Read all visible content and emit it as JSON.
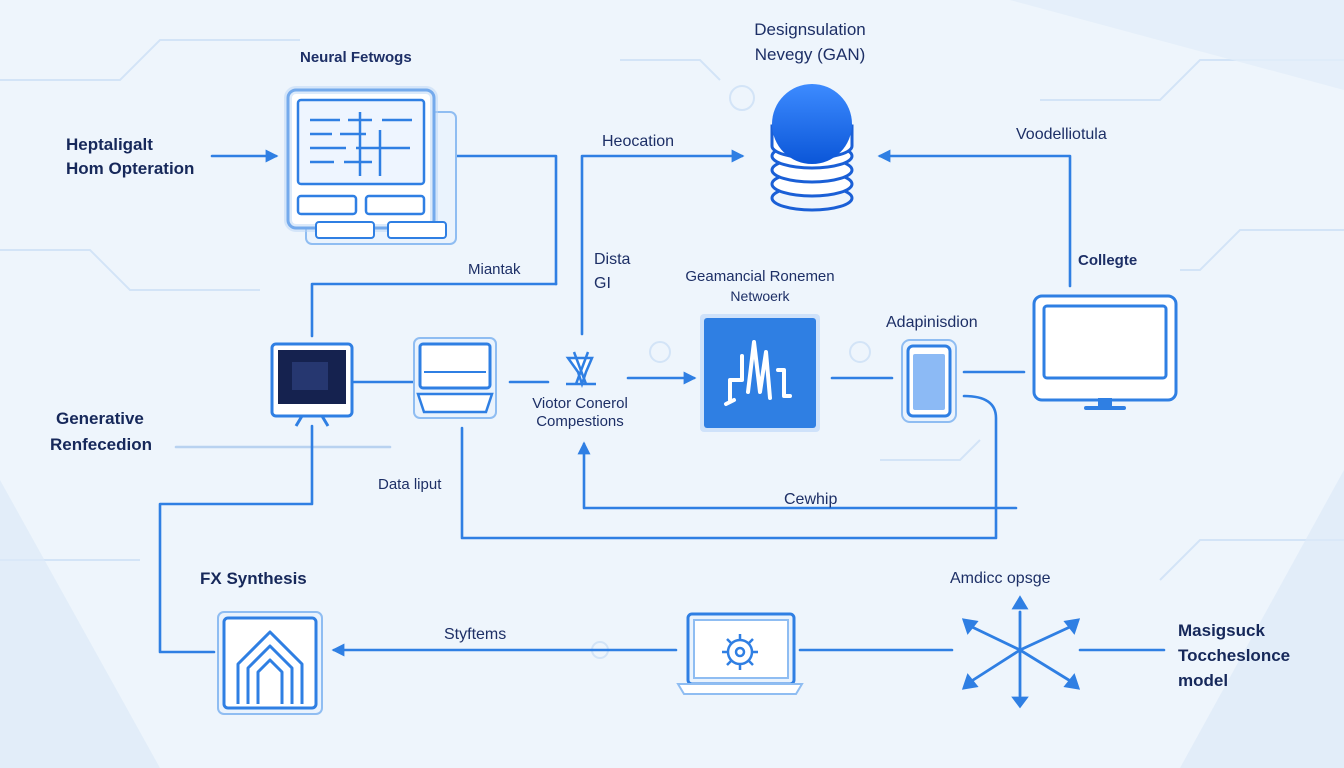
{
  "colors": {
    "background": "#eef5fc",
    "line": "#2f7fe3",
    "accent": "#1f6fe0",
    "text": "#16285a"
  },
  "labels": {
    "neural_networks": "Neural Fetwogs",
    "heptaligalt": "Heptaligalt",
    "hom_operation": "Hom Opteration",
    "designsulation": "Designsulation",
    "nevegy_gan": "Nevegy (GAN)",
    "heocation": "Heocation",
    "voodelliotula": "Voodelliotula",
    "miantak": "Miantak",
    "dista": "Dista",
    "g1": "GI",
    "geamancial_1": "Geamancial Ronemen",
    "geamancial_2": "Netwoerk",
    "collegte": "Collegte",
    "adapinisdion": "Adapinisdion",
    "generative": "Generative",
    "renfecedion": "Renfecedion",
    "viotor_1": "Viotor Conerol",
    "viotor_2": "Compestions",
    "data_input": "Data liput",
    "cewhip": "Cewhip",
    "fx_synthesis": "FX Synthesis",
    "styftems": "Styftems",
    "amdicc_opsge": "Amdicc opsge",
    "masigsuck": "Masigsuck",
    "toccheslonce": "Toccheslonce",
    "model": "model"
  },
  "icons": [
    "neural-network-window-icon",
    "database-stack-icon",
    "monitor-icon",
    "laptop-icon",
    "control-node-icon",
    "generator-network-icon",
    "phone-icon",
    "desktop-monitor-icon",
    "synthesis-house-icon",
    "laptop-gear-icon",
    "arrows-star-icon"
  ]
}
